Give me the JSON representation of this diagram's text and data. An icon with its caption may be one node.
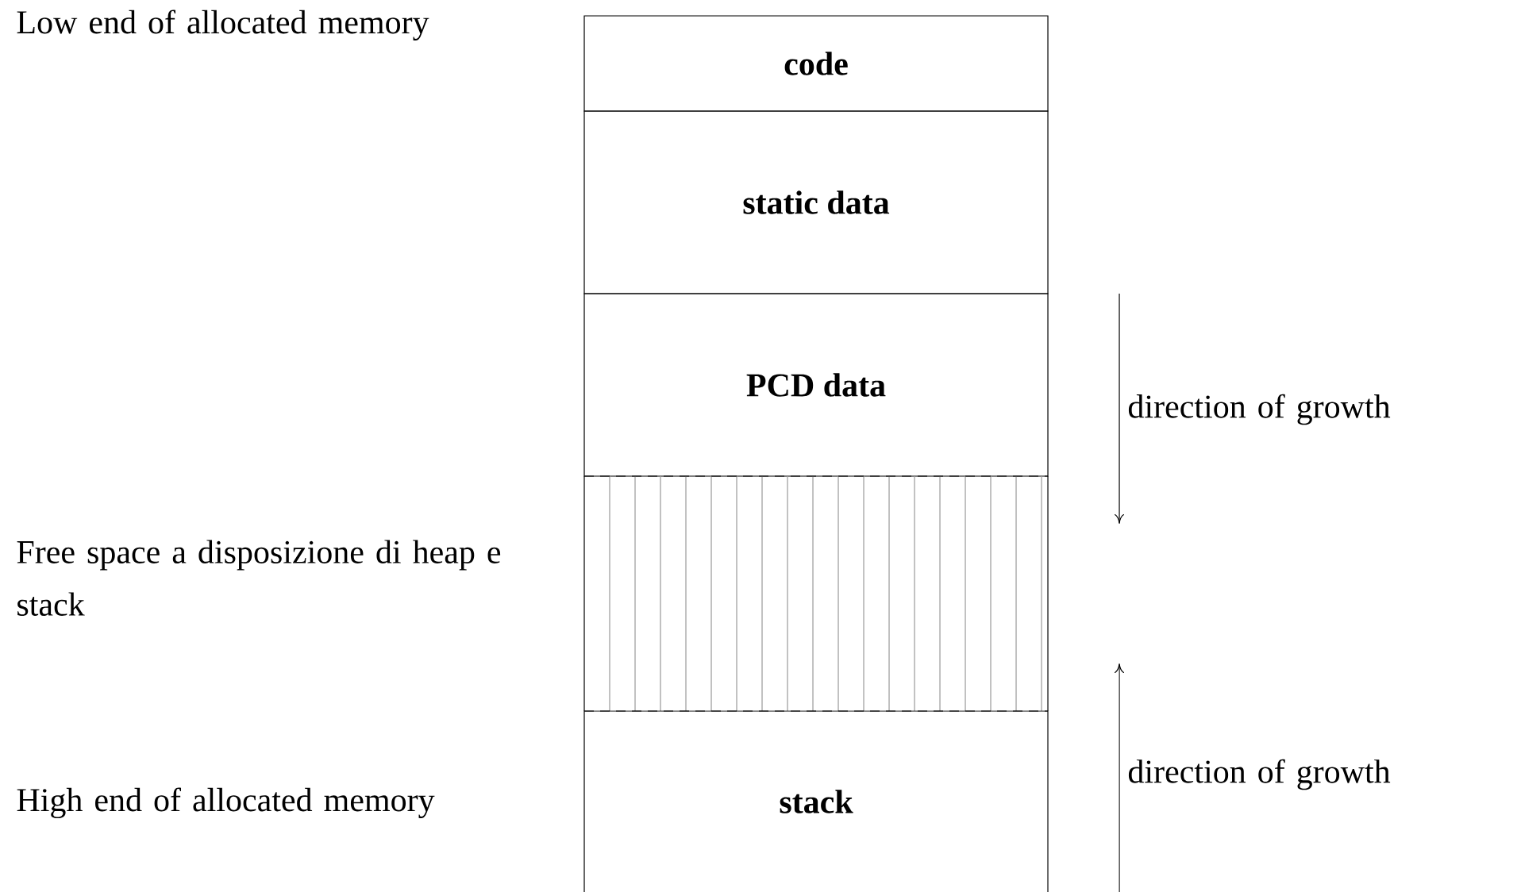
{
  "diagram": {
    "nodes": [
      {
        "text": [
          "code"
        ]
      },
      {
        "text": [
          "static data"
        ]
      },
      {
        "text": [
          "PCD data"
        ]
      },
      {
        "text": [],
        "shape": "box"
      },
      {
        "text": [
          "stack"
        ]
      }
    ],
    "labels": [
      "Low end of allocated memory",
      "direction of growth",
      "Free space a disposizione di heap e stack",
      "direction of growth",
      "High end of allocated memory"
    ]
  }
}
